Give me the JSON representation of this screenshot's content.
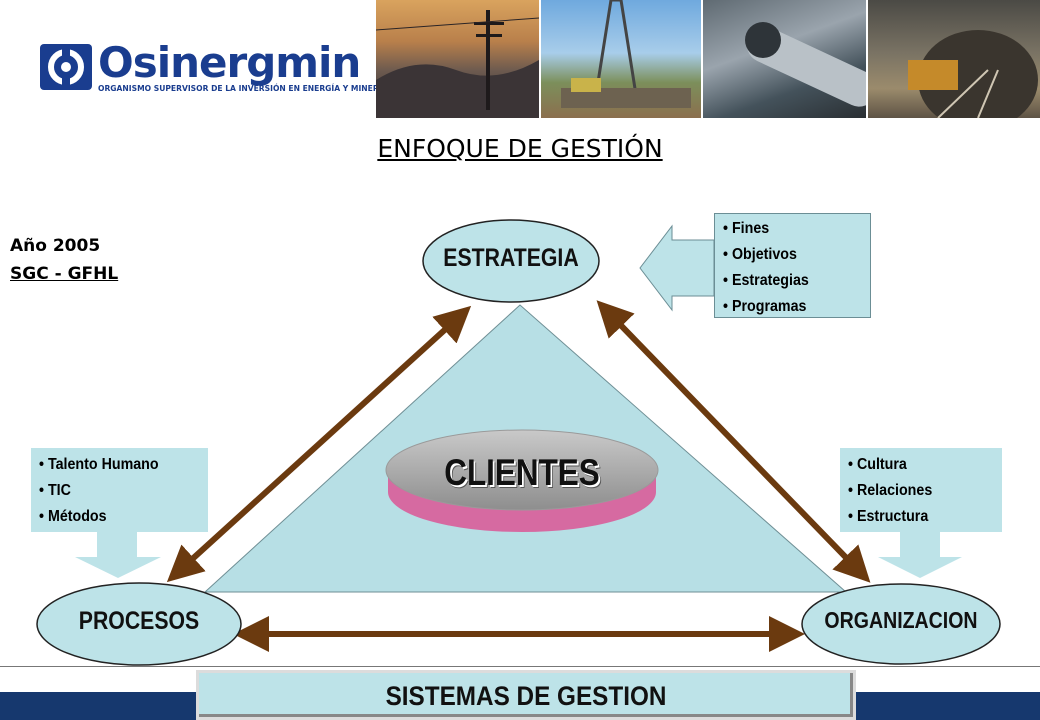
{
  "header": {
    "logo_name": "Osinergmin",
    "logo_tagline": "ORGANISMO SUPERVISOR DE LA INVERSIÓN EN ENERGÍA Y MINERÍA"
  },
  "title": "ENFOQUE DE GESTIÓN",
  "year_line": "Año 2005",
  "sgc_line": "SGC - GFHL",
  "nodes": {
    "estrategia": "ESTRATEGIA",
    "clientes": "CLIENTES",
    "procesos": "PROCESOS",
    "organizacion": "ORGANIZACION",
    "sistemas": "SISTEMAS DE GESTION"
  },
  "boxes": {
    "top": [
      "Fines",
      "Objetivos",
      "Estrategias",
      "Programas"
    ],
    "left": [
      "Talento Humano",
      "TIC",
      "Métodos"
    ],
    "right": [
      "Cultura",
      "Relaciones",
      "Estructura"
    ]
  },
  "colors": {
    "brand_blue": "#1a3d8f",
    "box_fill": "#bde3e8",
    "triangle_fill": "#b7dfe5",
    "arrow_brown": "#6b3a0f",
    "clientes_gray": "#a9a9a9",
    "clientes_pink": "#d66aa1",
    "footer_blue": "#16386e"
  }
}
